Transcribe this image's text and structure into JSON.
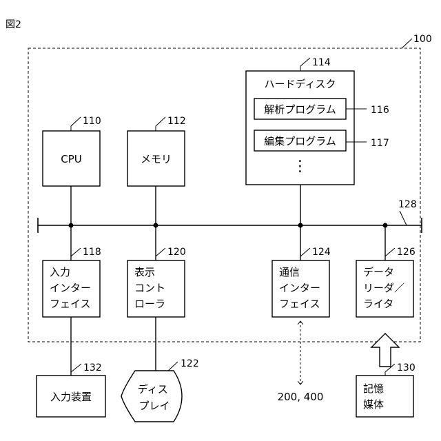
{
  "figure": {
    "label": "図2"
  },
  "colors": {
    "line": "#000000",
    "background": "#ffffff"
  },
  "refs": {
    "system": "100",
    "cpu": "110",
    "memory": "112",
    "hard_disk": "114",
    "analysis_program": "116",
    "editing_program": "117",
    "input_interface": "118",
    "display_controller": "120",
    "display": "122",
    "comm_interface": "124",
    "data_reader_writer": "126",
    "bus": "128",
    "storage_medium": "130",
    "input_device": "132"
  },
  "blocks": {
    "cpu": {
      "label": "CPU"
    },
    "memory": {
      "label": "メモリ"
    },
    "hard_disk": {
      "label": "ハードディスク",
      "ellipsis": "⋮"
    },
    "analysis_program": {
      "label": "解析プログラム"
    },
    "editing_program": {
      "label": "編集プログラム"
    },
    "input_interface": {
      "lines": [
        "入力",
        "インター",
        "フェイス"
      ]
    },
    "display_controller": {
      "lines": [
        "表示",
        "コント",
        "ローラ"
      ]
    },
    "comm_interface": {
      "lines": [
        "通信",
        "インター",
        "フェイス"
      ]
    },
    "data_reader_writer": {
      "lines": [
        "データ",
        "リーダ／",
        "ライタ"
      ]
    },
    "input_device": {
      "label": "入力装置"
    },
    "display": {
      "lines": [
        "ディス",
        "プレイ"
      ]
    },
    "storage_medium": {
      "lines": [
        "記憶",
        "媒体"
      ]
    }
  },
  "network": {
    "targets": "200, 400"
  }
}
